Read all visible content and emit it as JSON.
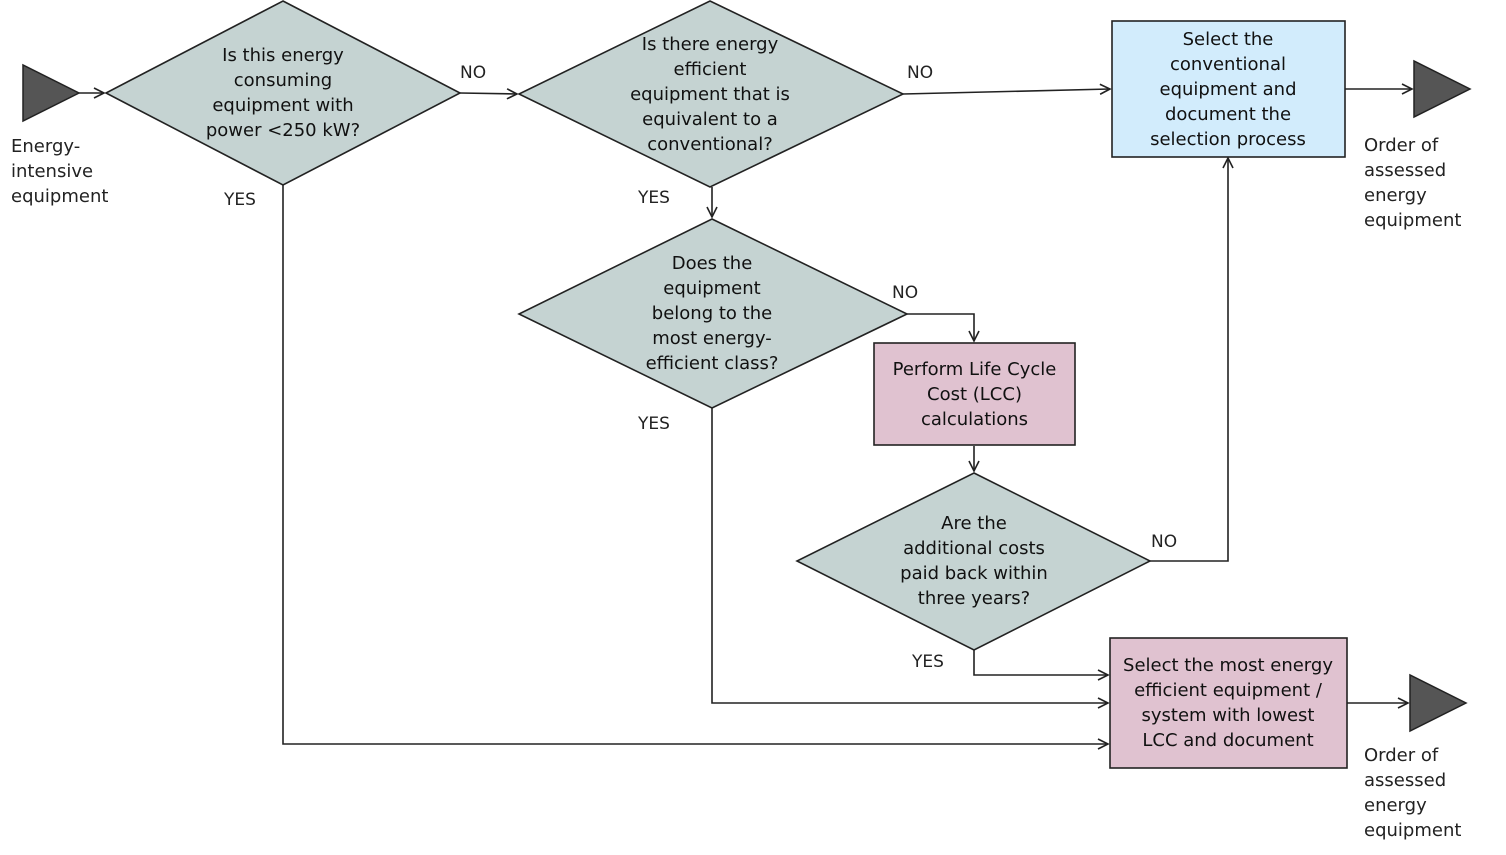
{
  "colors": {
    "decision_fill": "#c5d3d2",
    "select_conventional_fill": "#d2ecfc",
    "pink_fill": "#e0c2d0",
    "terminal_fill": "#555555",
    "stroke": "#222222"
  },
  "start": {
    "label": "Energy-\nintensive\nequipment"
  },
  "ends": {
    "top_label": "Order of\nassessed\nenergy\nequipment",
    "bottom_label": "Order of\nassessed\nenergy\nequipment"
  },
  "nodes": {
    "d1": "Is this energy consuming equipment with power <250 kW?",
    "d2": "Is there energy efficient equipment that is equivalent to a conventional?",
    "d3": "Does the equipment belong to the most energy-efficient class?",
    "lcc": "Perform Life Cycle Cost (LCC) calculations",
    "d4": "Are the additional costs paid back within three years?",
    "select_conventional": "Select the conventional equipment and document the selection process",
    "select_efficient": "Select the most energy efficient equipment / system with lowest LCC and document"
  },
  "edge_labels": {
    "d1_no": "NO",
    "d1_yes": "YES",
    "d2_no": "NO",
    "d2_yes": "YES",
    "d3_no": "NO",
    "d3_yes": "YES",
    "d4_no": "NO",
    "d4_yes": "YES"
  }
}
